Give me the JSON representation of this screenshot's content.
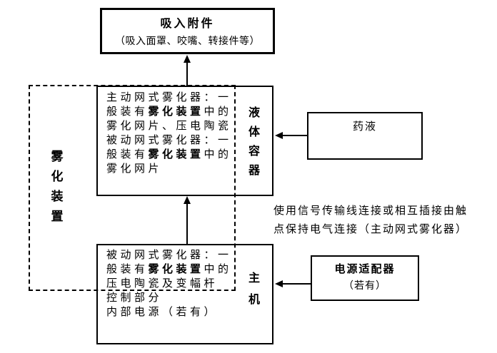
{
  "diagram": {
    "inhalation_box": {
      "title": "吸入附件",
      "subtitle": "（吸入面罩、咬嘴、转接件等）"
    },
    "atomizer_device_label": "雾化装置",
    "liquid_container_box": {
      "side_label": "液体容器",
      "segments": [
        {
          "text": "主动网式雾化器：一\n般装有",
          "bold": false
        },
        {
          "text": "雾化装置",
          "bold": true
        },
        {
          "text": "中的\n雾化网片、压电陶瓷\n被动网式雾化器：一\n般装有",
          "bold": false
        },
        {
          "text": "雾化装置",
          "bold": true
        },
        {
          "text": "中的\n雾化网片",
          "bold": false
        }
      ]
    },
    "host_box": {
      "side_label": "主机",
      "segments": [
        {
          "text": "被动网式雾化器：一\n般装有",
          "bold": false
        },
        {
          "text": "雾化装置",
          "bold": true
        },
        {
          "text": "中的\n压电陶瓷及变幅杆\n控制部分\n内部电源（若有）",
          "bold": false
        }
      ]
    },
    "medicine_box": {
      "label": "药液"
    },
    "power_adapter_box": {
      "title": "电源适配器",
      "subtitle": "（若有）"
    },
    "annotation": "使用信号传输线连接或相互插接由触点保持电气连接（主动网式雾化器）",
    "colors": {
      "line": "#000000",
      "background": "#ffffff"
    }
  }
}
